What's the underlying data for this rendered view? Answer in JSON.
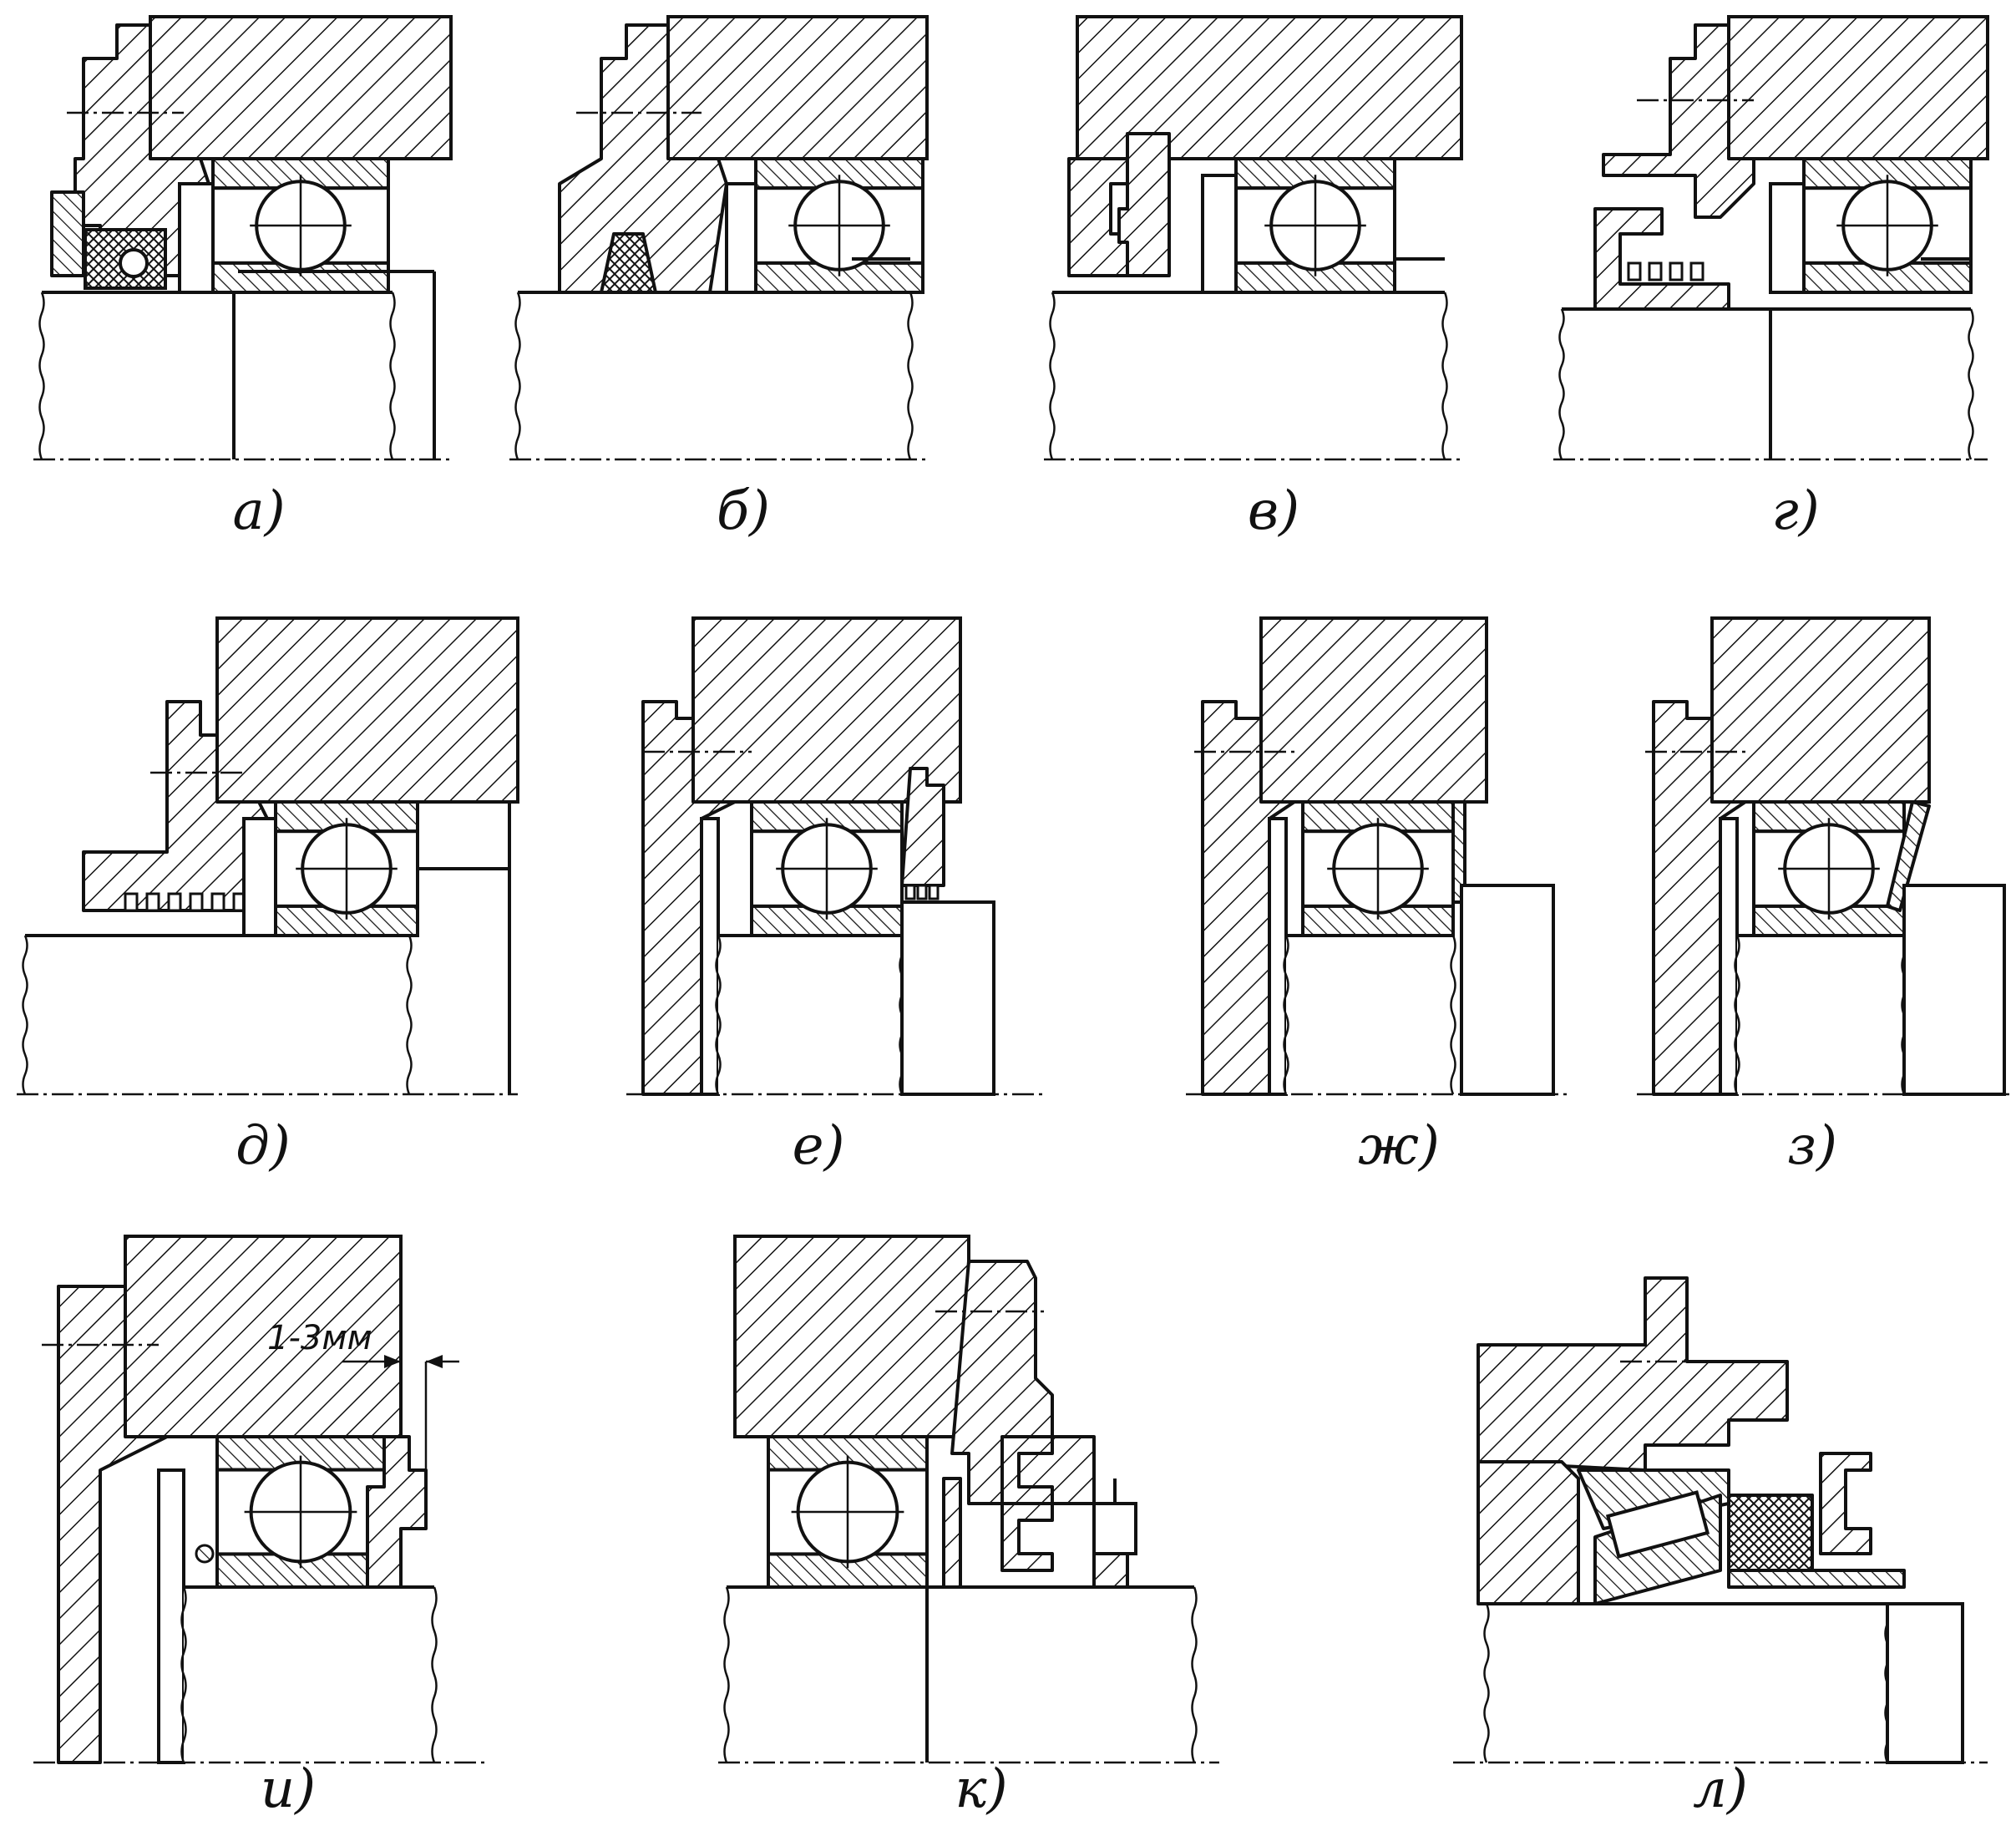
{
  "figure": {
    "panels": [
      {
        "id": "a",
        "caption": "а)",
        "variant": "cuff-seal"
      },
      {
        "id": "b",
        "caption": "б)",
        "variant": "felt-seal"
      },
      {
        "id": "v",
        "caption": "в)",
        "variant": "labyrinth-cap"
      },
      {
        "id": "g",
        "caption": "г)",
        "variant": "grooved-labyrinth"
      },
      {
        "id": "d",
        "caption": "д)",
        "variant": "grooved-cover"
      },
      {
        "id": "e",
        "caption": "е)",
        "variant": "slinger-ring"
      },
      {
        "id": "zh",
        "caption": "ж)",
        "variant": "shield-washer"
      },
      {
        "id": "z",
        "caption": "з)",
        "variant": "tilted-washer"
      },
      {
        "id": "i",
        "caption": "и)",
        "variant": "gap-slinger"
      },
      {
        "id": "k",
        "caption": "к)",
        "variant": "labyrinth-with-nipple"
      },
      {
        "id": "l",
        "caption": "л)",
        "variant": "tapered-roller"
      }
    ],
    "annotations": {
      "gap_label": "1-3мм"
    }
  }
}
